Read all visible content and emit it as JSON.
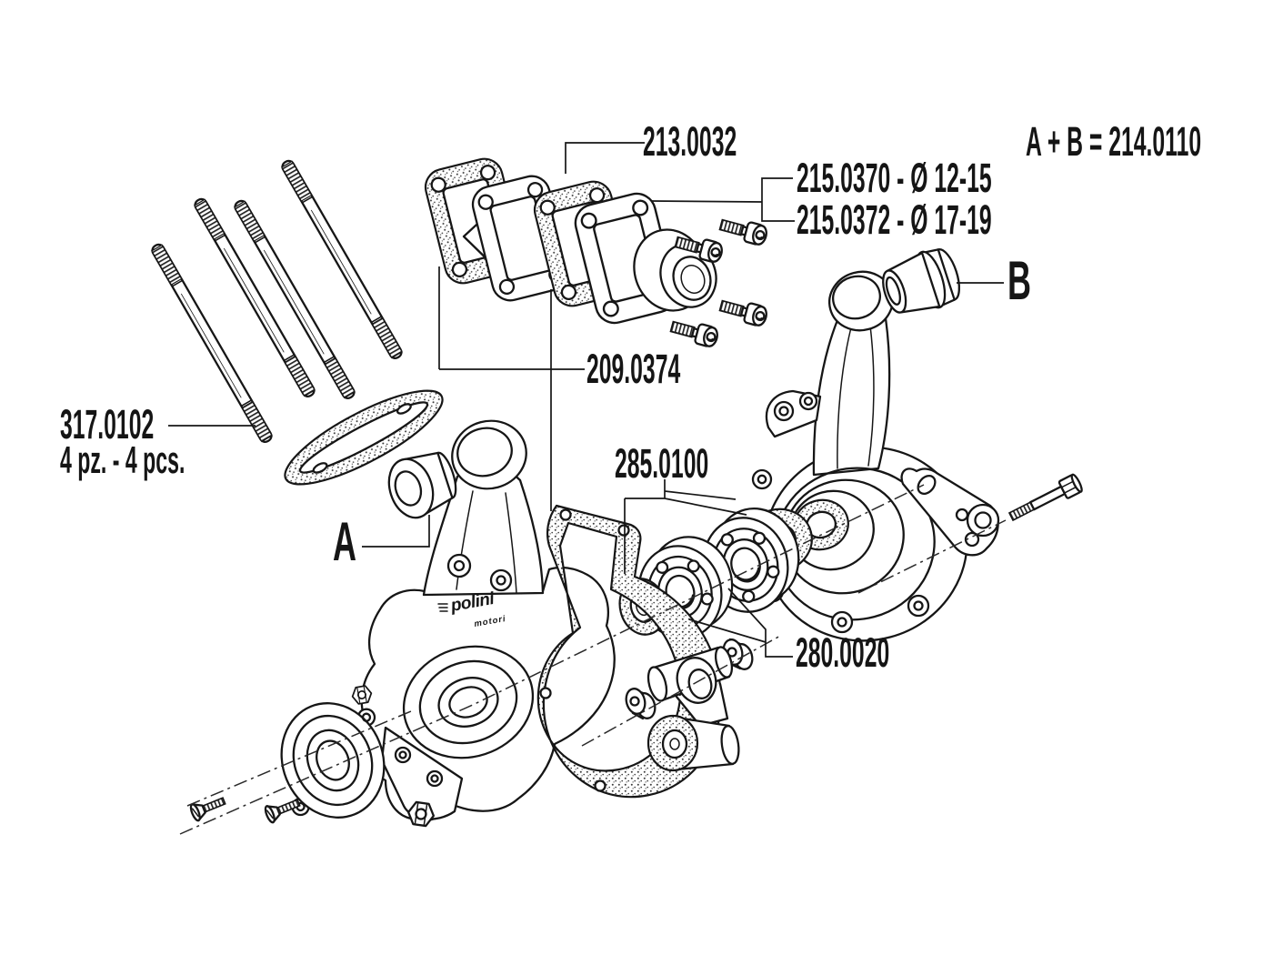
{
  "diagram": {
    "kind": "exploded-parts-diagram",
    "formula": "A + B = 214.0110",
    "labels": {
      "part_213": "213.0032",
      "part_215a": "215.0370 - Ø 12-15",
      "part_215b": "215.0372 - Ø 17-19",
      "part_209": "209.0374",
      "part_317": "317.0102",
      "part_317_qty": "4 pz. - 4 pcs.",
      "part_285": "285.0100",
      "part_280": "280.0020",
      "ref_a": "A",
      "ref_b": "B"
    },
    "logo": {
      "brand": "polini",
      "sub": "motori"
    },
    "colors": {
      "ink": "#161616",
      "paper": "#ffffff"
    }
  }
}
